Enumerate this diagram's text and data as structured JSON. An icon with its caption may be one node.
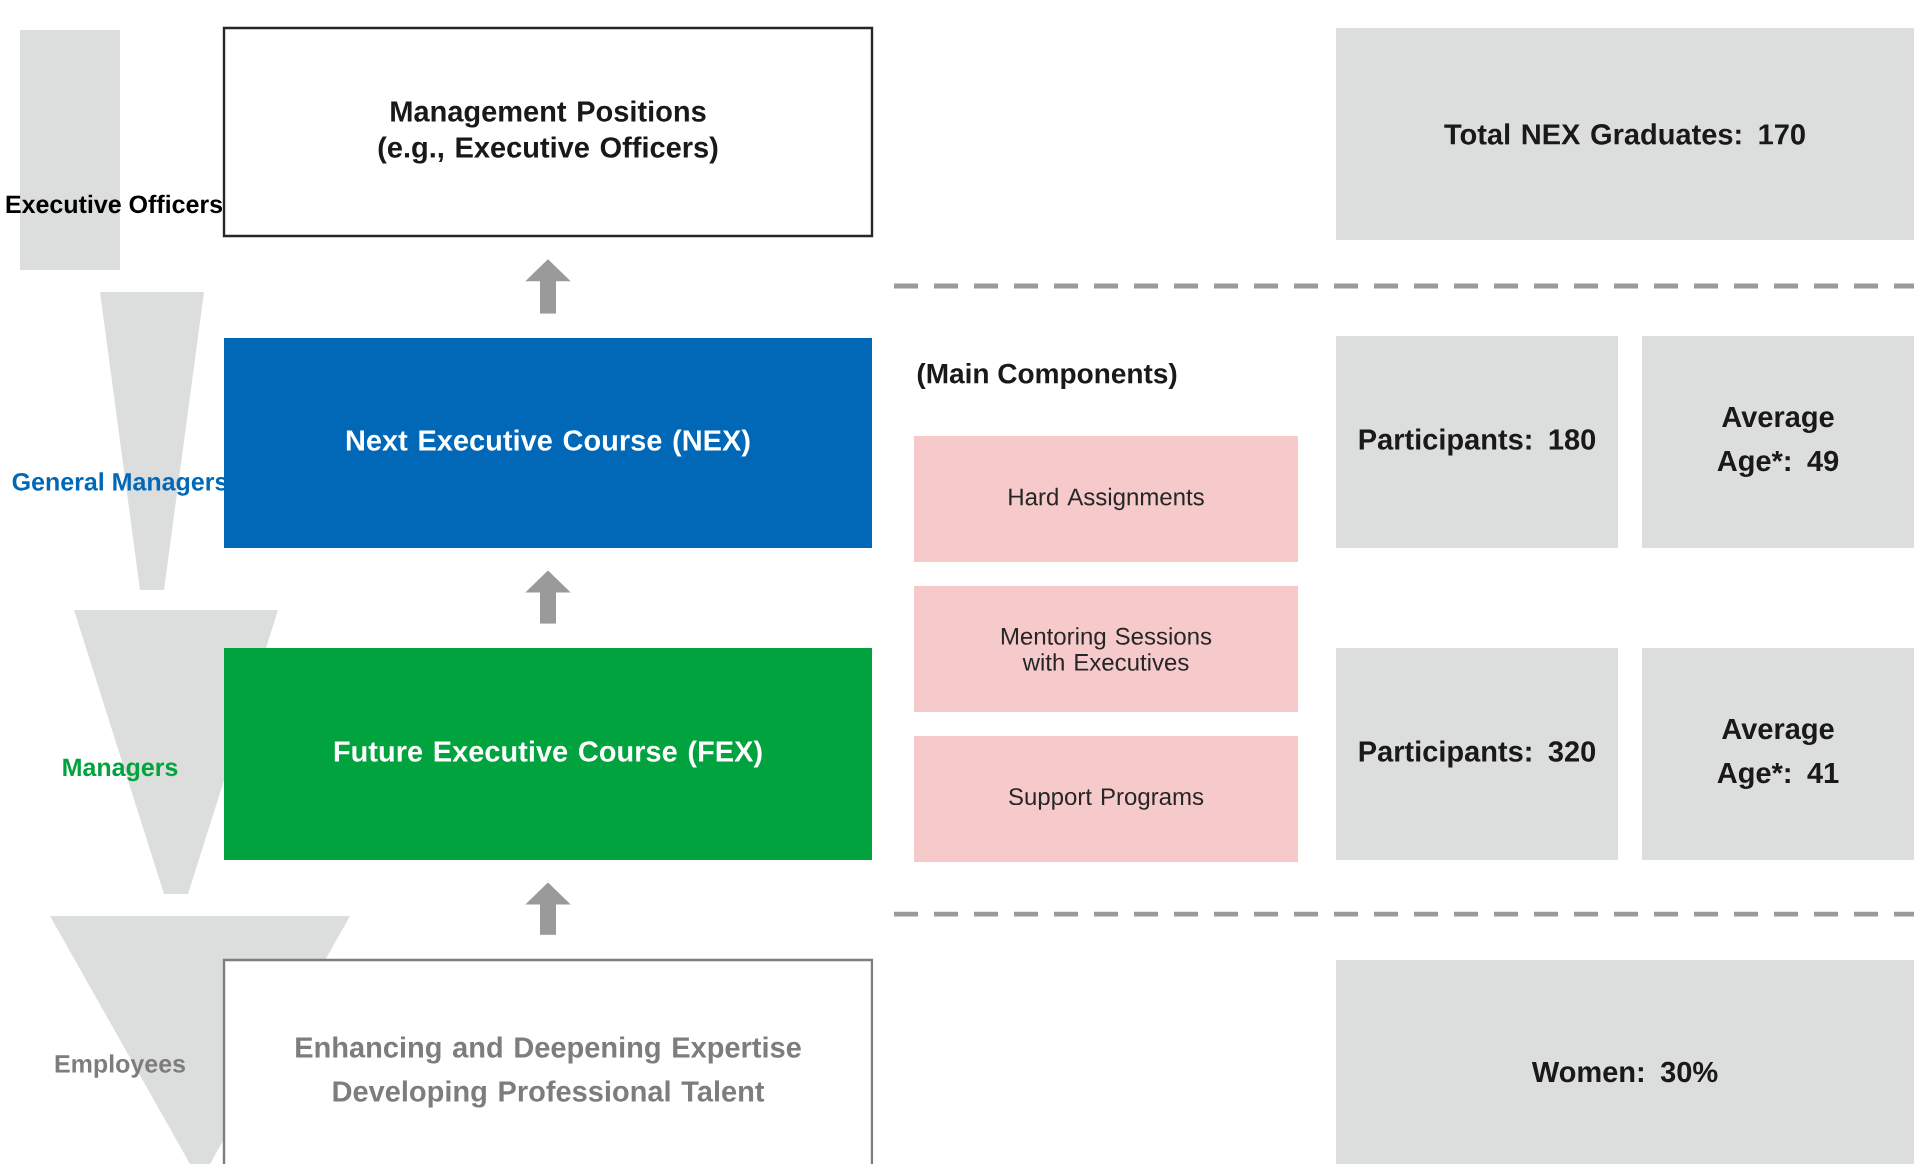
{
  "diagram": {
    "nodes": [
      {
        "text": [
          "Executive Officers"
        ]
      },
      {
        "text": [
          "Management Positions (e.g., Executive Officers)"
        ]
      },
      {
        "text": [
          "Total NEX Graduates: 170"
        ]
      },
      {
        "text": [
          "General Managers"
        ]
      },
      {
        "text": [
          "Next Executive Course (NEX)"
        ]
      },
      {
        "text": [
          "Hard Assignments"
        ]
      },
      {
        "text": [
          "Participants: 180"
        ]
      },
      {
        "text": [
          "Average Age*: 49"
        ]
      },
      {
        "text": [
          "Mentoring Sessions with Executives"
        ]
      },
      {
        "text": [
          "Managers"
        ]
      },
      {
        "text": [
          "Future Executive Course (FEX)"
        ]
      },
      {
        "text": [
          "Support Programs"
        ]
      },
      {
        "text": [
          "Participants: 320"
        ]
      },
      {
        "text": [
          "Average Age*: 41"
        ]
      },
      {
        "text": [
          "Employees"
        ]
      },
      {
        "text": [
          "Enhancing and Deepening Expertise",
          "Developing Professional Talent"
        ]
      },
      {
        "text": [
          "Women: 30%"
        ]
      }
    ],
    "edges": [
      {
        "from": 15,
        "to": 10,
        "arrow": "to"
      },
      {
        "from": 10,
        "to": 4,
        "arrow": "to"
      },
      {
        "from": 4,
        "to": 1,
        "arrow": "to"
      }
    ],
    "labels": [
      "(Main Components)"
    ]
  }
}
